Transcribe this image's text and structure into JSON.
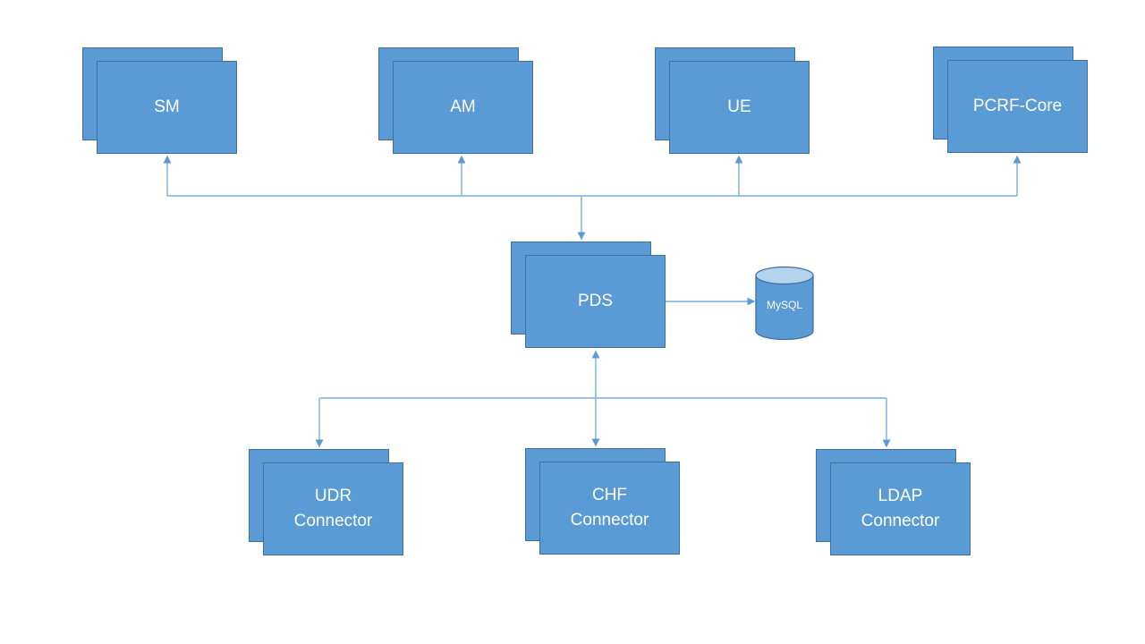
{
  "diagram": {
    "kind": "architecture-block-diagram",
    "background": "#ffffff"
  },
  "colors": {
    "node_fill": "#5b9bd5",
    "node_border": "#41719c",
    "connector_line": "#7aaede",
    "arrowhead": "#5b9bd5",
    "cylinder_top_fill": "#b6d3ee",
    "label_text": "#ffffff"
  },
  "nodes": {
    "sm": {
      "label": "SM"
    },
    "am": {
      "label": "AM"
    },
    "ue": {
      "label": "UE"
    },
    "pcrf_core": {
      "label": "PCRF-Core"
    },
    "pds": {
      "label": "PDS"
    },
    "mysql_db": {
      "label": "MySQL",
      "shape": "cylinder"
    },
    "udr_connector": {
      "line1": "UDR",
      "line2": "Connector"
    },
    "chf_connector": {
      "line1": "CHF",
      "line2": "Connector"
    },
    "ldap_connector": {
      "line1": "LDAP",
      "line2": "Connector"
    }
  },
  "connections": [
    {
      "from": "PDS",
      "to": "SM",
      "route": "elbow-bus-up",
      "arrowhead_at": [
        "SM"
      ]
    },
    {
      "from": "PDS",
      "to": "AM",
      "route": "elbow-bus-up",
      "arrowhead_at": [
        "AM"
      ]
    },
    {
      "from": "PDS",
      "to": "UE",
      "route": "elbow-bus-up",
      "arrowhead_at": [
        "UE"
      ]
    },
    {
      "from": "PDS",
      "to": "PCRF-Core",
      "route": "elbow-bus-up",
      "arrowhead_at": [
        "PCRF-Core"
      ]
    },
    {
      "from": "top-bus",
      "to": "PDS",
      "route": "straight-down",
      "arrowhead_at": [
        "PDS"
      ]
    },
    {
      "from": "PDS",
      "to": "MySQL",
      "route": "straight-right",
      "arrowhead_at": [
        "MySQL"
      ]
    },
    {
      "from": "PDS",
      "to": "CHF Connector",
      "route": "straight-down",
      "arrowhead_at": [
        "PDS",
        "CHF Connector"
      ]
    },
    {
      "from": "PDS",
      "to": "UDR Connector",
      "route": "elbow-bus-down",
      "arrowhead_at": [
        "UDR Connector"
      ]
    },
    {
      "from": "PDS",
      "to": "LDAP Connector",
      "route": "elbow-bus-down",
      "arrowhead_at": [
        "LDAP Connector"
      ]
    }
  ]
}
